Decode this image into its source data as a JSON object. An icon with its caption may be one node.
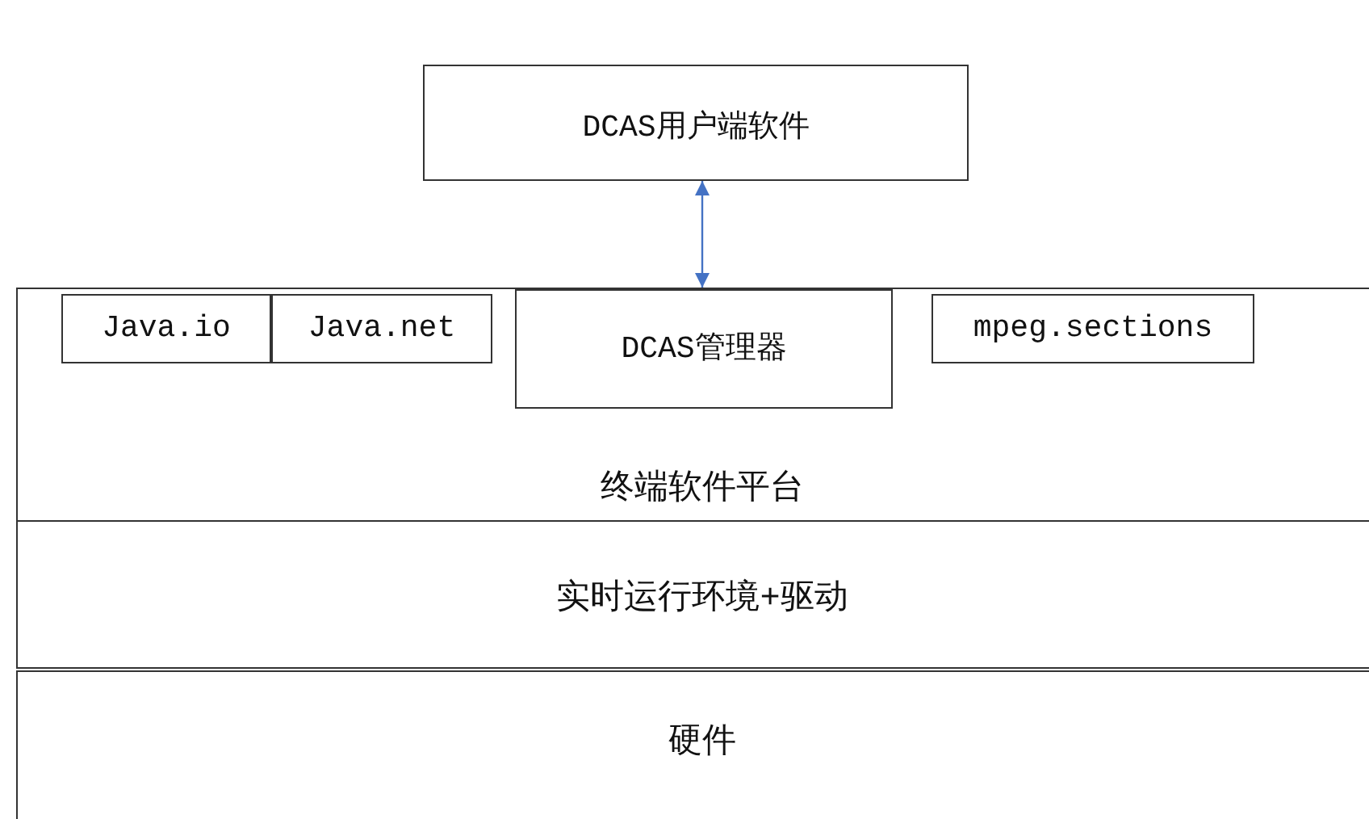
{
  "diagram": {
    "nodes": [
      {
        "text": [
          "DCAS用户端软件"
        ]
      },
      {
        "text": [
          "终端软件平台"
        ]
      },
      {
        "text": [
          "Java.io"
        ],
        "in": 1
      },
      {
        "text": [
          "Java.net"
        ],
        "in": 1
      },
      {
        "text": [
          "DCAS管理器"
        ],
        "in": 1
      },
      {
        "text": [
          "mpeg.sections"
        ],
        "in": 1
      },
      {
        "text": [
          "实时运行环境+驱动"
        ]
      },
      {
        "text": [
          "硬件"
        ]
      }
    ],
    "edges": [
      {
        "from": 0,
        "to": 4,
        "arrow": "both",
        "color": "#4472c4"
      }
    ]
  }
}
